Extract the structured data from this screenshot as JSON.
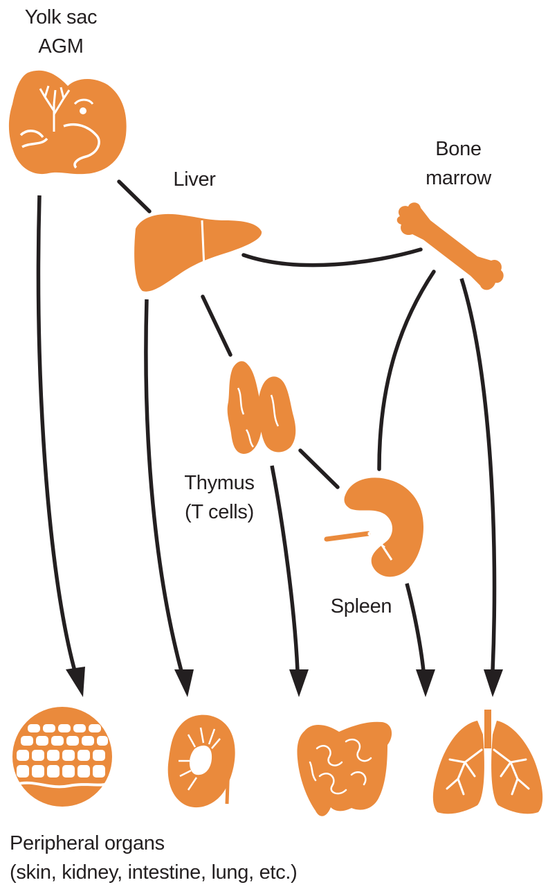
{
  "labels": {
    "yolk_sac_line1": "Yolk sac",
    "yolk_sac_line2": "AGM",
    "liver": "Liver",
    "bone_marrow_line1": "Bone",
    "bone_marrow_line2": "marrow",
    "thymus_line1": "Thymus",
    "thymus_line2": "(T cells)",
    "spleen": "Spleen",
    "peripheral_line1": "Peripheral organs",
    "peripheral_line2": "(skin, kidney, intestine, lung, etc.)"
  },
  "colors": {
    "organ_fill": "#ea8a3c",
    "arrow": "#231f20",
    "detail": "#ffffff"
  },
  "icons": [
    "embryo-icon",
    "liver-icon",
    "bone-icon",
    "thymus-icon",
    "spleen-icon",
    "skin-icon",
    "kidney-icon",
    "intestine-icon",
    "lung-icon"
  ]
}
